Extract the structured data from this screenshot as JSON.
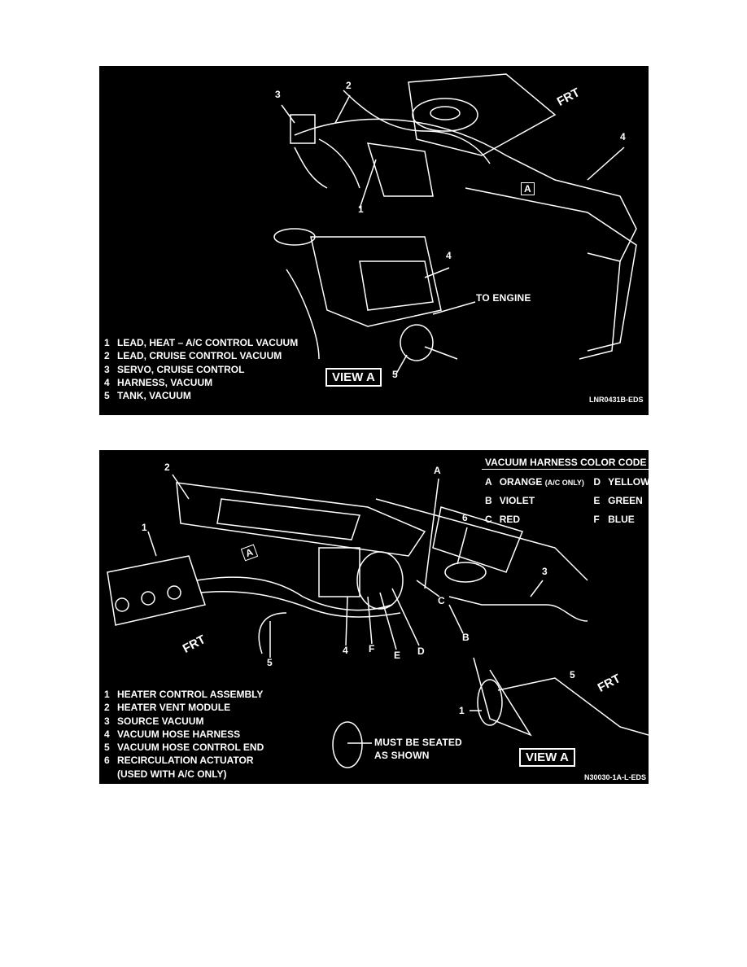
{
  "figure1": {
    "callouts": [
      "1",
      "2",
      "3",
      "4",
      "4",
      "5"
    ],
    "frt_label": "FRT",
    "view_arrow_label": "A",
    "to_engine": "TO ENGINE",
    "view_label": "VIEW A",
    "legend": [
      {
        "num": "1",
        "text": "LEAD, HEAT – A/C CONTROL VACUUM"
      },
      {
        "num": "2",
        "text": "LEAD, CRUISE CONTROL VACUUM"
      },
      {
        "num": "3",
        "text": "SERVO, CRUISE CONTROL"
      },
      {
        "num": "4",
        "text": "HARNESS, VACUUM"
      },
      {
        "num": "5",
        "text": "TANK, VACUUM"
      }
    ],
    "figure_code": "LNR0431B-EDS"
  },
  "figure2": {
    "color_code": {
      "title": "VACUUM HARNESS COLOR CODE",
      "rows": [
        [
          {
            "letter": "A",
            "color": "ORANGE",
            "note": "(A/C ONLY)"
          },
          {
            "letter": "D",
            "color": "YELLOW"
          }
        ],
        [
          {
            "letter": "B",
            "color": "VIOLET"
          },
          {
            "letter": "E",
            "color": "GREEN"
          }
        ],
        [
          {
            "letter": "C",
            "color": "RED"
          },
          {
            "letter": "F",
            "color": "BLUE"
          }
        ]
      ]
    },
    "callouts": [
      "1",
      "2",
      "3",
      "4",
      "5",
      "6",
      "A",
      "B",
      "C",
      "D",
      "E",
      "F",
      "1",
      "5"
    ],
    "frt_label": "FRT",
    "view_arrow_label": "A",
    "seated_note": [
      "MUST BE SEATED",
      "AS SHOWN"
    ],
    "view_label": "VIEW A",
    "legend": [
      {
        "num": "1",
        "text": "HEATER CONTROL ASSEMBLY"
      },
      {
        "num": "2",
        "text": "HEATER VENT MODULE"
      },
      {
        "num": "3",
        "text": "SOURCE VACUUM"
      },
      {
        "num": "4",
        "text": "VACUUM HOSE HARNESS"
      },
      {
        "num": "5",
        "text": "VACUUM HOSE CONTROL END"
      },
      {
        "num": "6",
        "text": "RECIRCULATION ACTUATOR"
      },
      {
        "num": "",
        "text": "(USED WITH A/C ONLY)"
      }
    ],
    "figure_code": "N30030-1A-L-EDS"
  }
}
